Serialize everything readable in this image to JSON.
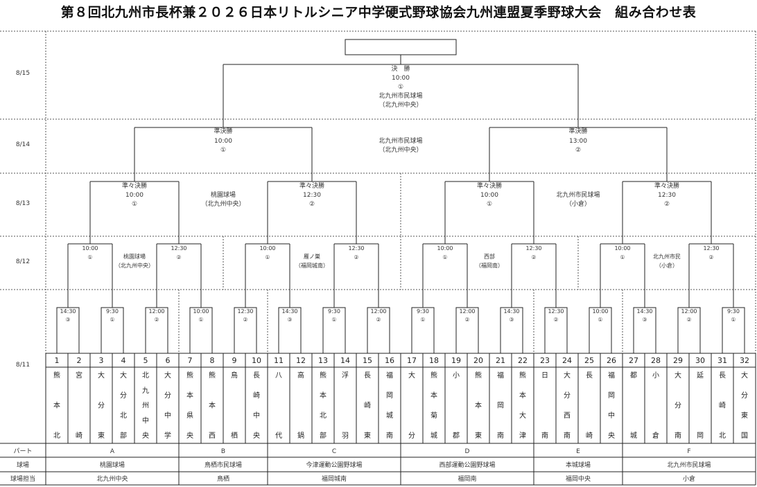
{
  "title": "第８回北九州市長杯兼２０２６日本リトルシニア中学硬式野球協会九州連盟夏季野球大会　組み合わせ表",
  "dates": [
    "8/15",
    "8/14",
    "8/13",
    "8/12",
    "8/11"
  ],
  "final": {
    "label": "決　勝",
    "time": "10:00",
    "slot": "①",
    "venue": "北九州市民球場",
    "venue_sub": "（北九州中央）"
  },
  "semifinals": [
    {
      "label": "準決勝",
      "time": "10:00",
      "slot": "①"
    },
    {
      "label": "準決勝",
      "time": "13:00",
      "slot": "②"
    }
  ],
  "semifinal_venue": {
    "name": "北九州市民球場",
    "sub": "（北九州中央）"
  },
  "quarterfinals": [
    {
      "label": "準々決勝",
      "time": "10:00",
      "slot": "①"
    },
    {
      "label": "準々決勝",
      "time": "12:30",
      "slot": "②"
    },
    {
      "label": "準々決勝",
      "time": "10:00",
      "slot": "①"
    },
    {
      "label": "準々決勝",
      "time": "12:30",
      "slot": "②"
    }
  ],
  "quarterfinal_venues": [
    {
      "name": "桃園球場",
      "sub": "（北九州中央）"
    },
    {
      "name": "北九州市民球場",
      "sub": "（小倉）"
    }
  ],
  "round3": [
    {
      "time": "10:00",
      "slot": "①"
    },
    {
      "time": "12:30",
      "slot": "②"
    },
    {
      "time": "10:00",
      "slot": "①"
    },
    {
      "time": "12:30",
      "slot": "②"
    },
    {
      "time": "10:00",
      "slot": "①"
    },
    {
      "time": "12:30",
      "slot": "②"
    },
    {
      "time": "10:00",
      "slot": "①"
    },
    {
      "time": "12:30",
      "slot": "②"
    }
  ],
  "round3_venues": [
    {
      "name": "桃園球場",
      "sub": "（北九州中央）"
    },
    {
      "name": "雁ノ巣",
      "sub": "（福岡城南）"
    },
    {
      "name": "西部",
      "sub": "（福岡南）"
    },
    {
      "name": "北九州市民",
      "sub": "（小倉）"
    }
  ],
  "round1": [
    {
      "time": "14:30",
      "slot": "③"
    },
    {
      "time": "9:30",
      "slot": "①"
    },
    {
      "time": "12:00",
      "slot": "②"
    },
    {
      "time": "10:00",
      "slot": "①"
    },
    {
      "time": "12:30",
      "slot": "②"
    },
    {
      "time": "14:30",
      "slot": "③"
    },
    {
      "time": "9:30",
      "slot": "①"
    },
    {
      "time": "12:00",
      "slot": "②"
    },
    {
      "time": "9:30",
      "slot": "①"
    },
    {
      "time": "12:00",
      "slot": "②"
    },
    {
      "time": "14:30",
      "slot": "③"
    },
    {
      "time": "12:30",
      "slot": "②"
    },
    {
      "time": "10:00",
      "slot": "①"
    },
    {
      "time": "14:30",
      "slot": "③"
    },
    {
      "time": "12:00",
      "slot": "②"
    },
    {
      "time": "9:30",
      "slot": "①"
    }
  ],
  "teams": [
    {
      "no": "1",
      "name": "熊本北"
    },
    {
      "no": "2",
      "name": "宮崎"
    },
    {
      "no": "3",
      "name": "大分東"
    },
    {
      "no": "4",
      "name": "大分北部"
    },
    {
      "no": "5",
      "name": "北九州中央"
    },
    {
      "no": "6",
      "name": "大分中学"
    },
    {
      "no": "7",
      "name": "熊本県央"
    },
    {
      "no": "8",
      "name": "熊本西"
    },
    {
      "no": "9",
      "name": "鳥栖"
    },
    {
      "no": "10",
      "name": "長崎中央"
    },
    {
      "no": "11",
      "name": "八代"
    },
    {
      "no": "12",
      "name": "高鍋"
    },
    {
      "no": "13",
      "name": "熊本北部"
    },
    {
      "no": "14",
      "name": "浮羽"
    },
    {
      "no": "15",
      "name": "長崎東"
    },
    {
      "no": "16",
      "name": "福岡城南"
    },
    {
      "no": "17",
      "name": "大分"
    },
    {
      "no": "18",
      "name": "熊本菊城"
    },
    {
      "no": "19",
      "name": "小郡"
    },
    {
      "no": "20",
      "name": "熊本東"
    },
    {
      "no": "21",
      "name": "福岡南"
    },
    {
      "no": "22",
      "name": "熊本大津"
    },
    {
      "no": "23",
      "name": "日南"
    },
    {
      "no": "24",
      "name": "大分西南"
    },
    {
      "no": "25",
      "name": "長崎"
    },
    {
      "no": "26",
      "name": "福岡中央"
    },
    {
      "no": "27",
      "name": "都城"
    },
    {
      "no": "28",
      "name": "小倉"
    },
    {
      "no": "29",
      "name": "大分南"
    },
    {
      "no": "30",
      "name": "延岡"
    },
    {
      "no": "31",
      "name": "長崎北"
    },
    {
      "no": "32",
      "name": "大分東国"
    }
  ],
  "footer": {
    "row_labels": [
      "パート",
      "球場",
      "球場担当"
    ],
    "parts": [
      {
        "part": "A",
        "venue": "桃園球場",
        "manager": "北九州中央"
      },
      {
        "part": "B",
        "venue": "鳥栖市民球場",
        "manager": "鳥栖"
      },
      {
        "part": "C",
        "venue": "今津運動公園野球場",
        "manager": "福岡城南"
      },
      {
        "part": "D",
        "venue": "西部運動公園野球場",
        "manager": "福岡南"
      },
      {
        "part": "E",
        "venue": "本城球場",
        "manager": "福岡中央"
      },
      {
        "part": "F",
        "venue": "北九州市民球場",
        "manager": "小倉"
      }
    ]
  }
}
